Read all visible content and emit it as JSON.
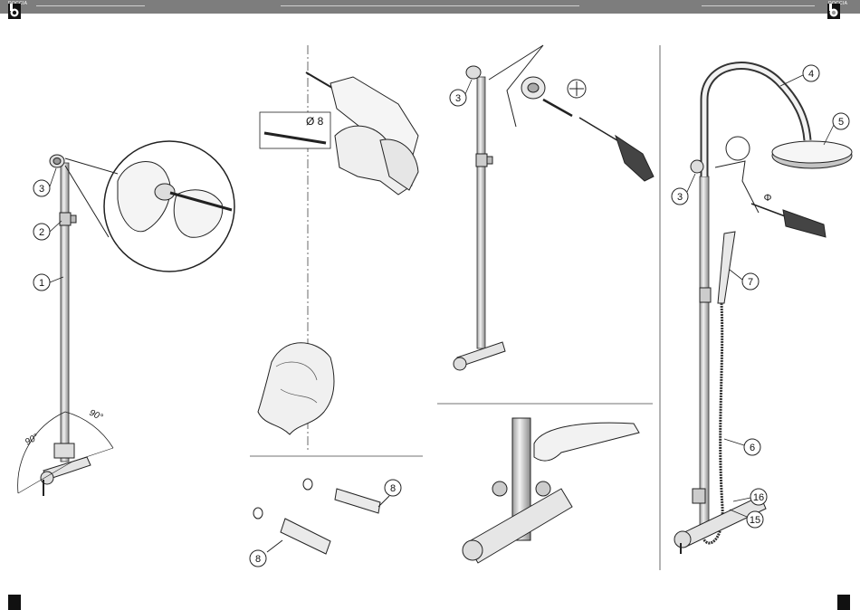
{
  "header": {
    "brand_left": "DOCCIA",
    "brand_right": "DOCCIA"
  },
  "drill_bit": {
    "diameter_label": "Ø 8"
  },
  "angles": {
    "left": "90°",
    "right": "90°"
  },
  "callouts": {
    "pipe": "1",
    "bracket": "2",
    "wall_flange": "3",
    "shower_arm": "4",
    "shower_head": "5",
    "hose": "6",
    "hand_shower": "7",
    "dowel": "8",
    "mixer_body": "15",
    "mixer_lever": "16"
  },
  "screw_symbol": "Φ"
}
